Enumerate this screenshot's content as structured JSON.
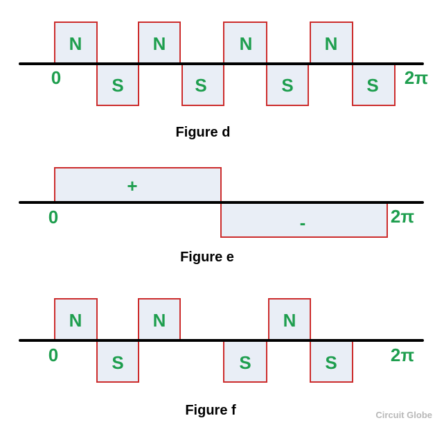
{
  "figures": {
    "d": {
      "caption": "Figure d",
      "start": "0",
      "end": "2π",
      "poles": [
        "N",
        "S",
        "N",
        "S",
        "N",
        "S",
        "N",
        "S"
      ]
    },
    "e": {
      "caption": "Figure e",
      "start": "0",
      "end": "2π",
      "poles": [
        "+",
        "-"
      ]
    },
    "f": {
      "caption": "Figure f",
      "start": "0",
      "end": "2π",
      "poles": [
        "N",
        "S",
        "N",
        "S",
        "N",
        "S"
      ]
    }
  },
  "watermark": "Circuit Globe",
  "colors": {
    "label": "#1e9e4e",
    "outline": "#cc2b2b",
    "fill": "#e9eef6"
  }
}
